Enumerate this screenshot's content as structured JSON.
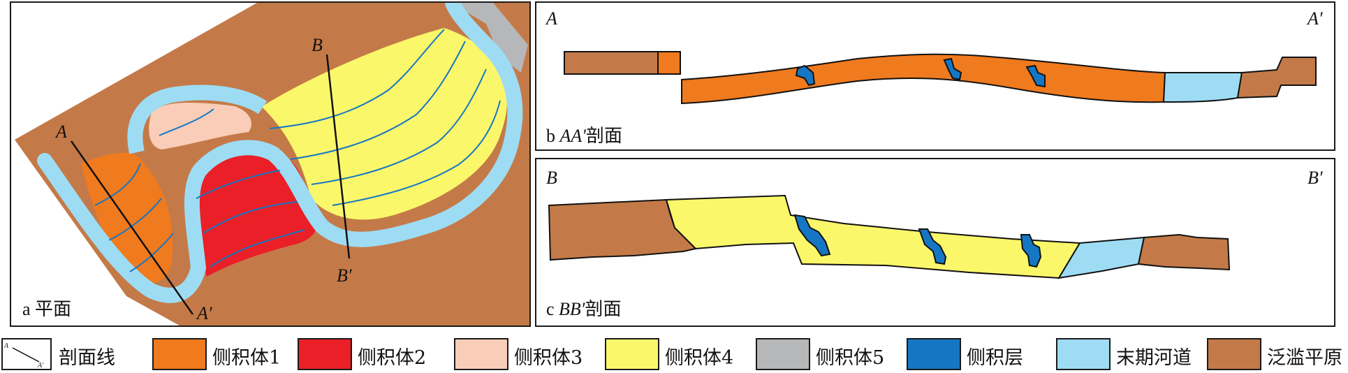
{
  "panels": {
    "a": {
      "caption": "a 平面",
      "label_A": "A",
      "label_A_prime": "A′",
      "label_B": "B",
      "label_B_prime": "B′"
    },
    "b": {
      "caption_prefix": "b ",
      "caption_italic": "AA′",
      "caption_suffix": "剖面",
      "left_label": "A",
      "right_label": "A′"
    },
    "c": {
      "caption_prefix": "c ",
      "caption_italic": "BB′",
      "caption_suffix": "剖面",
      "left_label": "B",
      "right_label": "B′"
    }
  },
  "legend": [
    {
      "key": "section_line",
      "text": "剖面线",
      "icon_A": "A",
      "icon_A_prime": "A′"
    },
    {
      "key": "lateral_1",
      "text": "侧积体1",
      "color": "#f07a1e"
    },
    {
      "key": "lateral_2",
      "text": "侧积体2",
      "color": "#ea1f27"
    },
    {
      "key": "lateral_3",
      "text": "侧积体3",
      "color": "#f9cdb8"
    },
    {
      "key": "lateral_4",
      "text": "侧积体4",
      "color": "#fbf76b"
    },
    {
      "key": "lateral_5",
      "text": "侧积体5",
      "color": "#b6b7b9"
    },
    {
      "key": "lateral_layer",
      "text": "侧积层",
      "color": "#1577c4"
    },
    {
      "key": "abandoned_channel",
      "text": "末期河道",
      "color": "#9edcf4"
    },
    {
      "key": "floodplain",
      "text": "泛滥平原",
      "color": "#c47a48"
    }
  ]
}
